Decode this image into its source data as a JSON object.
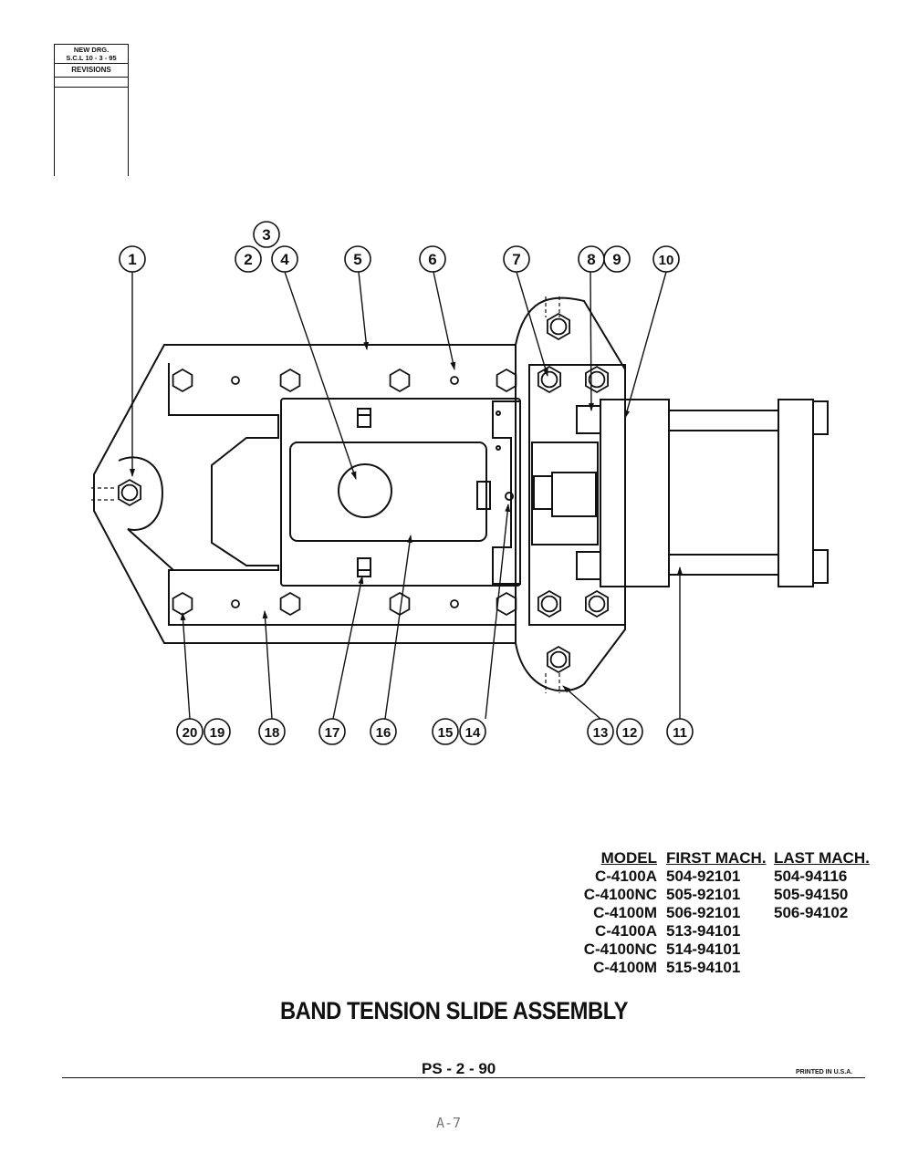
{
  "revision_block": {
    "line1": "NEW DRG.",
    "line2": "S.C.L  10 - 3 - 95",
    "label": "REVISIONS"
  },
  "callouts": [
    "1",
    "2",
    "3",
    "4",
    "5",
    "6",
    "7",
    "8",
    "9",
    "10",
    "11",
    "12",
    "13",
    "14",
    "15",
    "16",
    "17",
    "18",
    "19",
    "20"
  ],
  "model_table": {
    "headers": [
      "MODEL",
      "FIRST MACH.",
      "LAST MACH."
    ],
    "rows": [
      [
        "C-4100A",
        "504-92101",
        "504-94116"
      ],
      [
        "C-4100NC",
        "505-92101",
        "505-94150"
      ],
      [
        "C-4100M",
        "506-92101",
        "506-94102"
      ],
      [
        "C-4100A",
        "513-94101",
        ""
      ],
      [
        "C-4100NC",
        "514-94101",
        ""
      ],
      [
        "C-4100M",
        "515-94101",
        ""
      ]
    ]
  },
  "title": "BAND TENSION SLIDE ASSEMBLY",
  "page_code": "PS - 2 - 90",
  "printed_note": "PRINTED IN U.S.A.",
  "page_number": "A-7"
}
